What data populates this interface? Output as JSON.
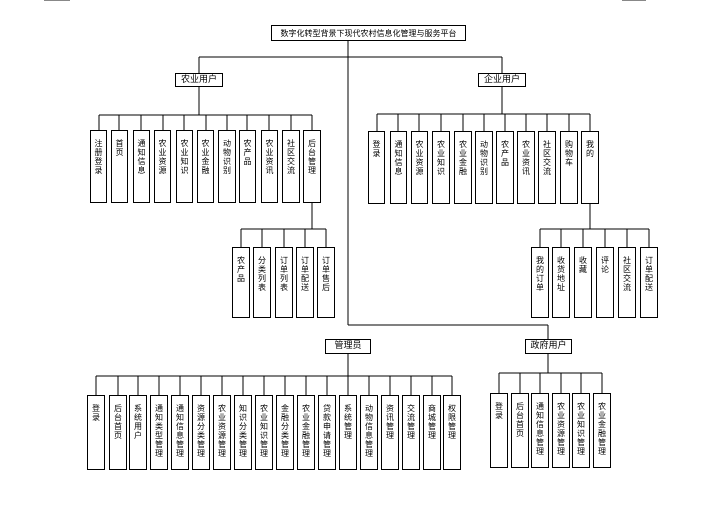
{
  "root": "数字化转型背景下现代农村信息化管理与服务平台",
  "farmer": {
    "title": "农业用户",
    "items": [
      "注册登录",
      "首页",
      "通知信息",
      "农业资源",
      "农业知识",
      "农业金融",
      "动物识别",
      "农产品",
      "农业资讯",
      "社区交流",
      "后台管理"
    ],
    "backend": [
      "农产品",
      "分类列表",
      "订单列表",
      "订单配送",
      "订单售后"
    ]
  },
  "enterprise": {
    "title": "企业用户",
    "items": [
      "登录",
      "通知信息",
      "农业资源",
      "农业知识",
      "农业金融",
      "动物识别",
      "农产品",
      "农业资讯",
      "社区交流",
      "购物车",
      "我的"
    ],
    "mine": [
      "我的订单",
      "收货地址",
      "收藏",
      "评论",
      "社区交流",
      "订单配送"
    ]
  },
  "admin": {
    "title": "管理员",
    "items": [
      "登录",
      "后台首页",
      "系统用户",
      "通知类型管理",
      "通知信息管理",
      "资源分类管理",
      "农业资源管理",
      "知识分类管理",
      "农业知识管理",
      "金融分类管理",
      "农业金融管理",
      "贷款申请管理",
      "系统管理",
      "动物信息管理",
      "资讯管理",
      "交流管理",
      "商城管理",
      "权限管理"
    ]
  },
  "government": {
    "title": "政府用户",
    "items": [
      "登录",
      "后台首页",
      "通知信息管理",
      "农业资源管理",
      "农业知识管理",
      "农业金融管理"
    ]
  }
}
